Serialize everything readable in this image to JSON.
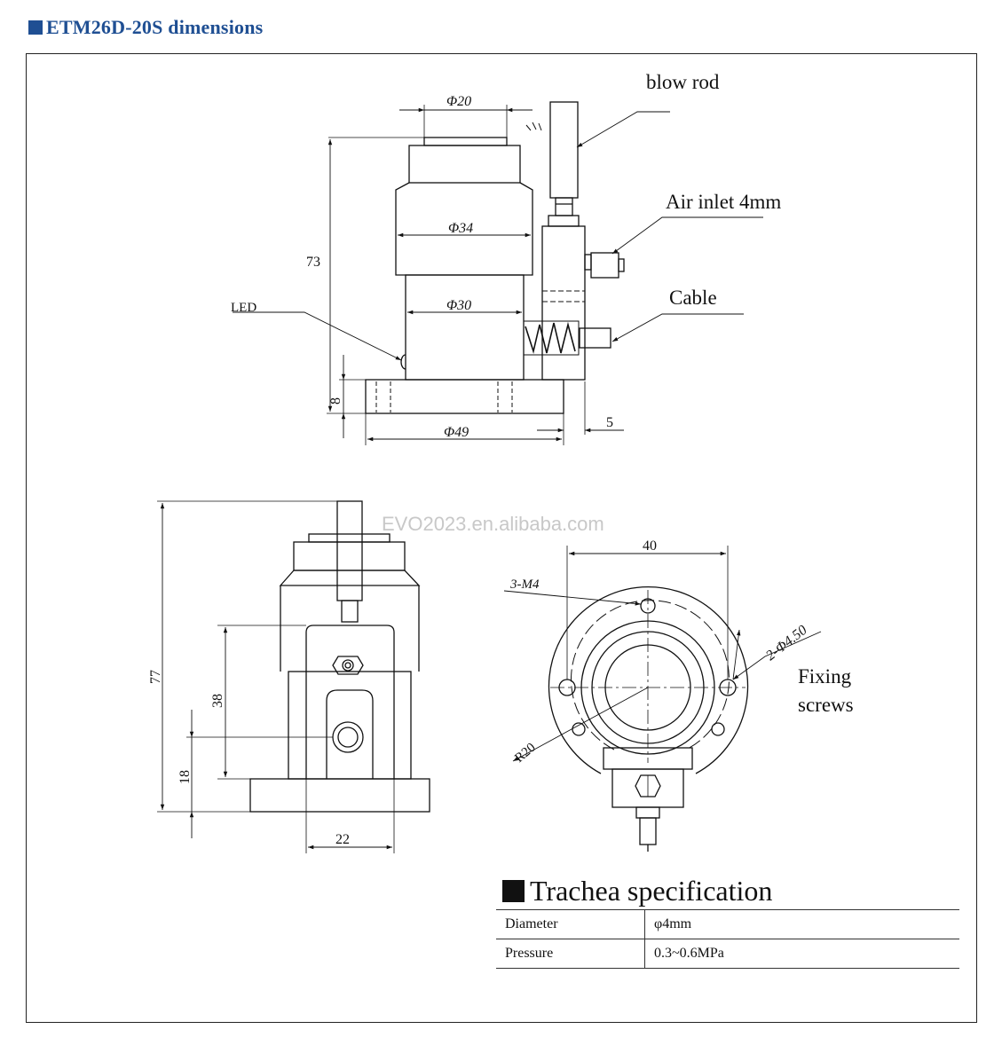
{
  "header": {
    "title": "ETM26D-20S dimensions",
    "accent_color": "#1f4f93"
  },
  "watermark": "EVO2023.en.alibaba.com",
  "drawing": {
    "front_view": {
      "dims": {
        "d20": "Φ20",
        "d34": "Φ34",
        "d30": "Φ30",
        "d49": "Φ49",
        "h73": "73",
        "h8": "8",
        "w5": "5"
      },
      "labels": {
        "blow_rod": "blow rod",
        "air_inlet": "Air inlet 4mm",
        "cable": "Cable",
        "led": "LED"
      }
    },
    "side_view": {
      "dims": {
        "h77": "77",
        "h38": "38",
        "h18": "18",
        "w22": "22"
      }
    },
    "top_view": {
      "dims": {
        "w40": "40",
        "m4": "3-M4",
        "holes": "2-Φ4.50",
        "r20": "R20"
      },
      "labels": {
        "fixing_line1": "Fixing",
        "fixing_line2": "screws"
      }
    }
  },
  "spec": {
    "title": "Trachea specification",
    "rows": [
      {
        "key": "Diameter",
        "value": "φ4mm"
      },
      {
        "key": "Pressure",
        "value": "0.3~0.6MPa"
      }
    ]
  }
}
